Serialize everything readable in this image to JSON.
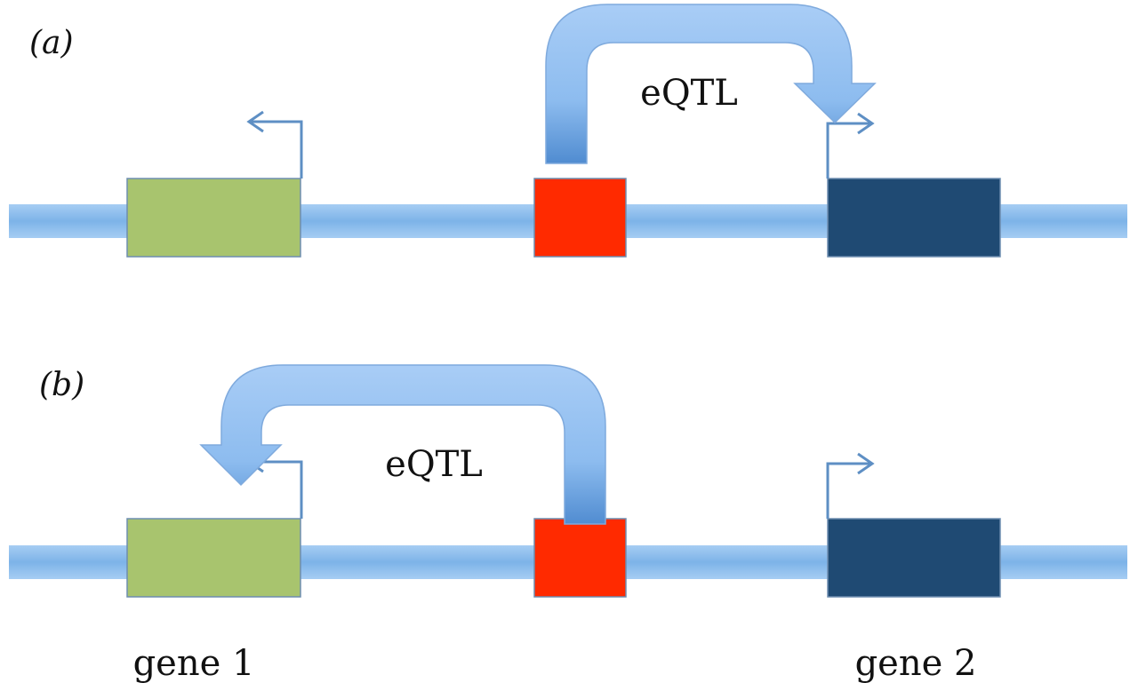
{
  "panels": [
    {
      "label": "(a)",
      "eqtl_label": "eQTL",
      "target": "gene 2"
    },
    {
      "label": "(b)",
      "eqtl_label": "eQTL",
      "target": "gene 1"
    }
  ],
  "genes": {
    "gene1": {
      "label": "gene 1",
      "color": "#A8C46E"
    },
    "gene2": {
      "label": "gene 2",
      "color": "#1F4A73"
    }
  },
  "variant": {
    "color": "#FF2A00"
  },
  "colors": {
    "chromosome": "#7DB5EA",
    "arrow_light": "#A9CDF6",
    "arrow_dark": "#5E97D6",
    "tss_arrow": "#5E8FC4",
    "box_border": "#6A8FB8"
  }
}
